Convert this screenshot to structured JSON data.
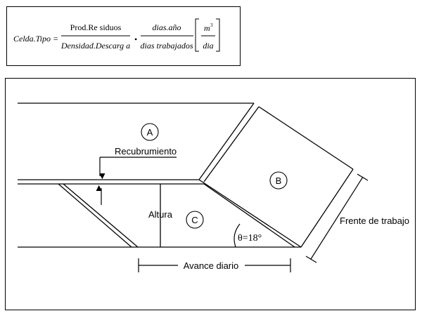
{
  "formula": {
    "lhs": "Celda.Tipo =",
    "frac1_num": "Prod.Re siduos",
    "frac1_den": "Densidad.Descarg a",
    "dot": "•",
    "frac2_num": "dias.año",
    "frac2_den": "dias trabajados",
    "unit_num": "m",
    "unit_exp": "3",
    "unit_den": "dia"
  },
  "diagram": {
    "label_a": "A",
    "label_b": "B",
    "label_c": "C",
    "recubrimiento": "Recubrumiento",
    "altura": "Altura",
    "angle": "θ=18°",
    "avance": "Avance diario",
    "frente": "Frente de trabajo"
  }
}
